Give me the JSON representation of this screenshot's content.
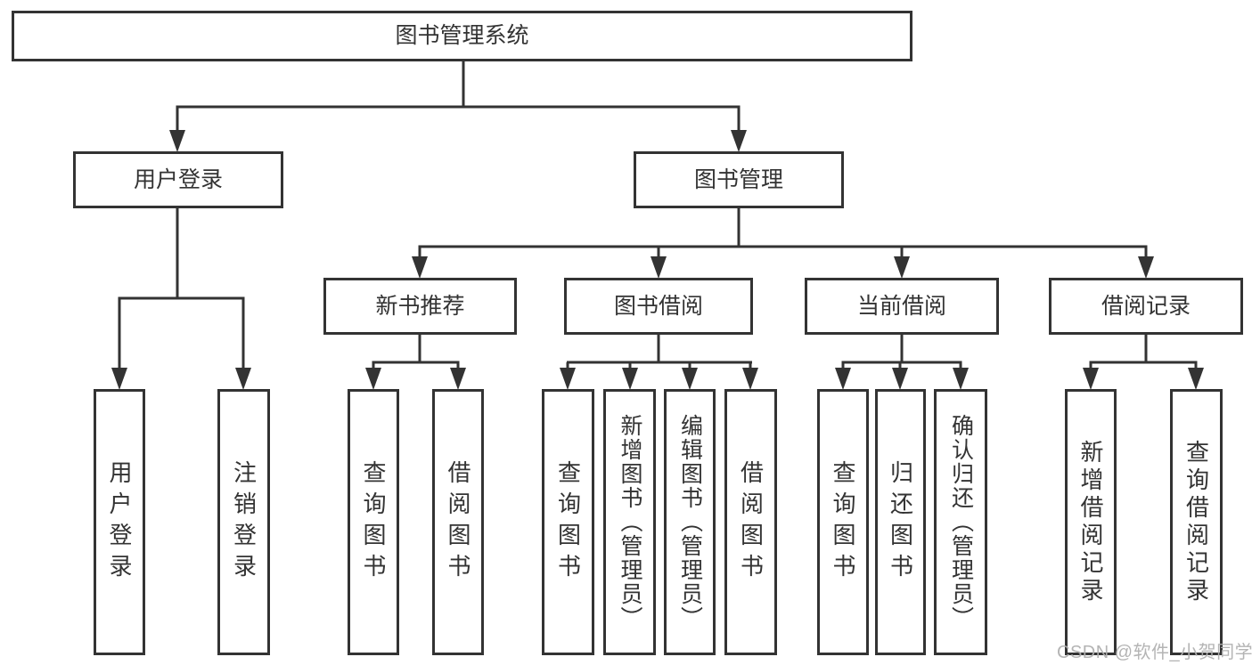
{
  "page": {
    "watermark": "CSDN @软件_小贺同学"
  },
  "colors": {
    "line": "#333333",
    "box_border": "#333333",
    "text": "#333333",
    "watermark": "#b0b0b0",
    "background": "#ffffff"
  },
  "tree": {
    "root": {
      "label": "图书管理系统"
    },
    "branches": [
      {
        "label": "用户登录",
        "children": [
          {
            "label": "用户登录"
          },
          {
            "label": "注销登录"
          }
        ]
      },
      {
        "label": "图书管理",
        "children": [
          {
            "label": "新书推荐",
            "children": [
              {
                "label": "查询图书"
              },
              {
                "label": "借阅图书"
              }
            ]
          },
          {
            "label": "图书借阅",
            "children": [
              {
                "label": "查询图书"
              },
              {
                "label": "新增图书（管理员）"
              },
              {
                "label": "编辑图书（管理员）"
              },
              {
                "label": "借阅图书"
              }
            ]
          },
          {
            "label": "当前借阅",
            "children": [
              {
                "label": "查询图书"
              },
              {
                "label": "归还图书"
              },
              {
                "label": "确认归还（管理员）"
              }
            ]
          },
          {
            "label": "借阅记录",
            "children": [
              {
                "label": "新增借阅记录"
              },
              {
                "label": "查询借阅记录"
              }
            ]
          }
        ]
      }
    ]
  }
}
